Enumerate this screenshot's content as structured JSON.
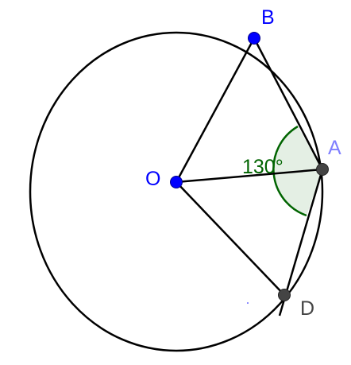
{
  "points": {
    "O": {
      "label": "O"
    },
    "A": {
      "label": "A"
    },
    "B": {
      "label": "B"
    },
    "D": {
      "label": "D"
    }
  },
  "angle": {
    "label": "130°"
  },
  "colors": {
    "blue_point": "#0000ff",
    "blue_label": "#0000ff",
    "light_blue_label": "#8080ff",
    "gray_point": "#444444",
    "gray_label": "#444444",
    "angle_stroke": "#006400",
    "angle_fill": "#e4efe4",
    "angle_text": "#006400",
    "line": "#000000"
  }
}
